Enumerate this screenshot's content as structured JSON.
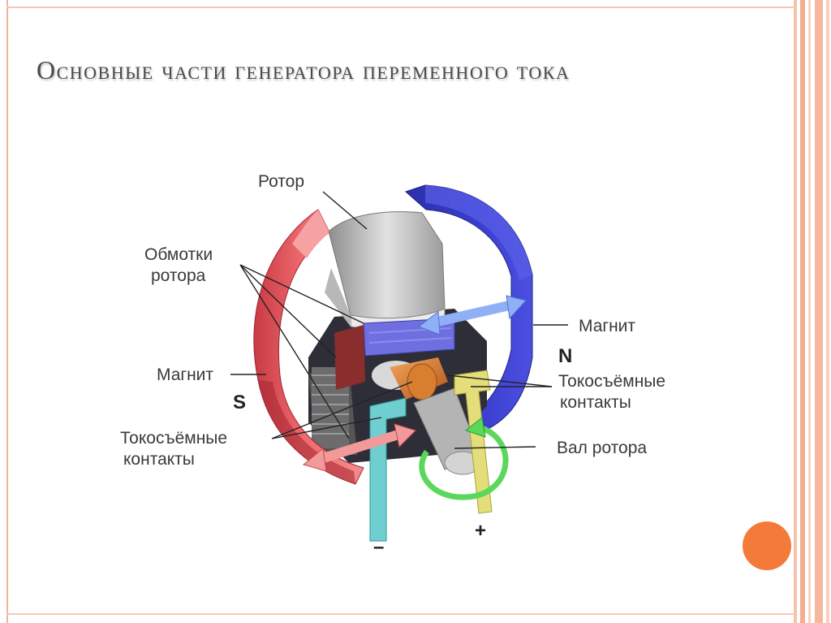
{
  "title": "Основные части генератора переменного тока",
  "labels": {
    "rotor": "Ротор",
    "rotor_windings_line1": "Обмотки",
    "rotor_windings_line2": "ротора",
    "magnet_right": "Магнит",
    "magnet_left": "Магнит",
    "pole_n": "N",
    "pole_s": "S",
    "contacts_right_line1": "Токосъёмные",
    "contacts_right_line2": "контакты",
    "contacts_left_line1": "Токосъёмные",
    "contacts_left_line2": "контакты",
    "shaft": "Вал ротора",
    "minus": "–",
    "plus": "+"
  },
  "colors": {
    "title": "#4a4a4a",
    "magnet_s": "#e8555a",
    "magnet_n": "#3a3ccc",
    "frame": "#f4b49a",
    "accent_dot": "#f47a3a"
  }
}
